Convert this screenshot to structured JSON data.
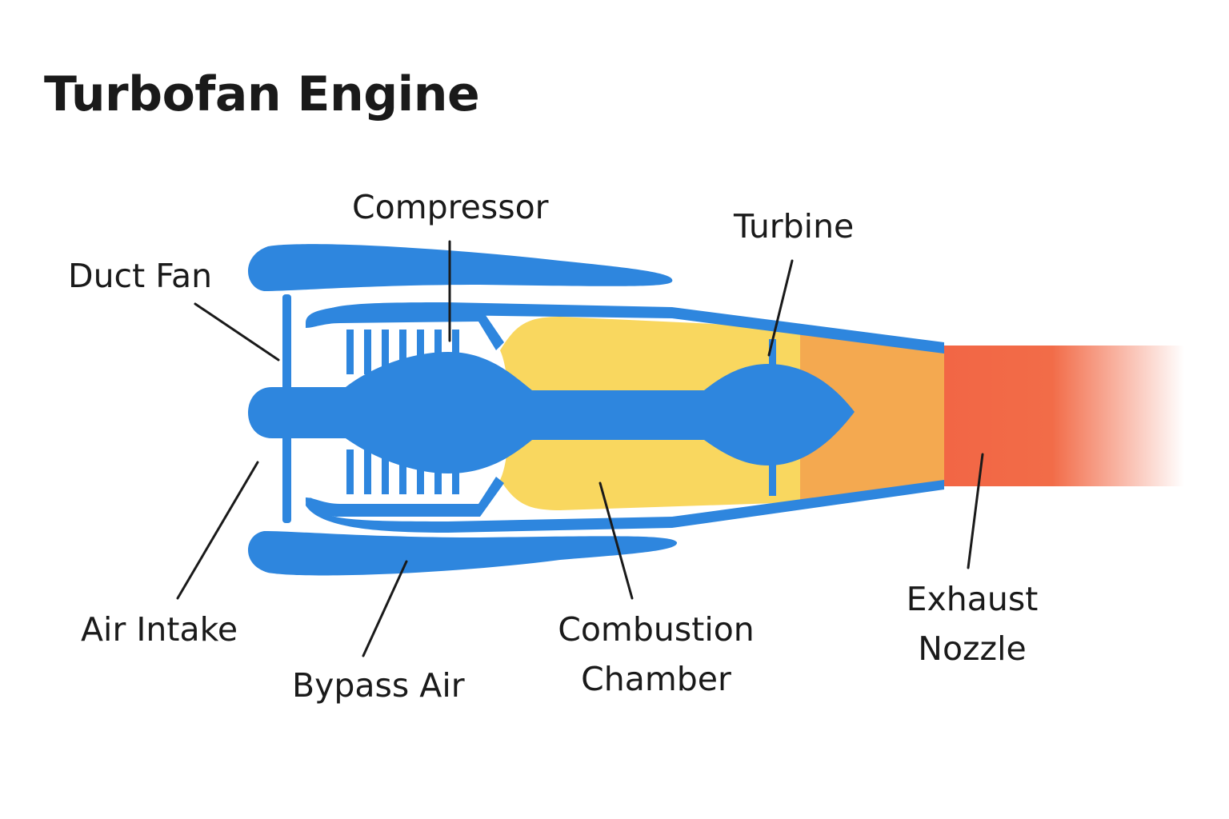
{
  "title": "Turbofan Engine",
  "labels": {
    "compressor": "Compressor",
    "turbine": "Turbine",
    "duct_fan": "Duct Fan",
    "air_intake": "Air Intake",
    "bypass_air": "Bypass Air",
    "combustion_line1": "Combustion",
    "combustion_line2": "Chamber",
    "exhaust_line1": "Exhaust",
    "exhaust_line2": "Nozzle"
  },
  "colors": {
    "engine_blue": "#2e86de",
    "combustion_yellow": "#f9d75f",
    "turbine_orange": "#f4a950",
    "exhaust_red": "#f26645",
    "leader_line": "#1a1a1a",
    "background": "#ffffff"
  }
}
